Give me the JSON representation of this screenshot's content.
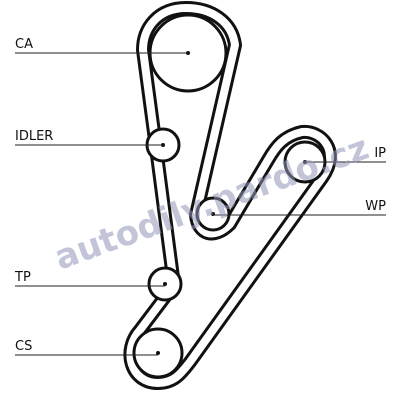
{
  "diagram": {
    "labels": {
      "ca": "CA",
      "idler": "IDLER",
      "tp": "TP",
      "cs": "CS",
      "ip": "IP",
      "wp": "WP"
    },
    "watermark": "autodily.pardo.cz",
    "colors": {
      "ink": "#111111",
      "watermark": "#8f96b8"
    }
  }
}
